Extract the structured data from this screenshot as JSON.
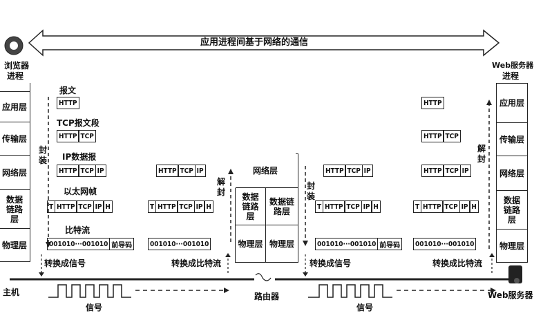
{
  "banner": "应用进程间基于网络的通信",
  "left": {
    "title_line1": "浏览器",
    "title_line2": "进程",
    "layers": [
      "应用层",
      "传输层",
      "网络层",
      "数据链路层",
      "物理层"
    ],
    "side_text": "封装"
  },
  "right": {
    "title_line1": "Web服务器",
    "title_line2": "进程",
    "layers": [
      "应用层",
      "传输层",
      "网络层",
      "数据链路层",
      "物理层"
    ],
    "side_text": "解封"
  },
  "router": {
    "network": "网络层",
    "link_a": "数据链路层",
    "link_b": "数据链路层",
    "phys_a": "物理层",
    "phys_b": "物理层",
    "label": "路由器"
  },
  "labels": {
    "message": "报文",
    "tcp_segment": "TCP报文段",
    "ip_datagram": "IP数据报",
    "ethernet_frame": "以太网帧",
    "bitstream": "比特流",
    "to_signal_1": "转换成信号",
    "to_bits_1": "转换成比特流",
    "to_signal_2": "转换成信号",
    "to_bits_2": "转换成比特流",
    "host": "主机",
    "signal_1": "信号",
    "signal_2": "信号",
    "web_server": "Web服务器",
    "decap_1": "解封",
    "encap_2": "封装"
  },
  "cells": {
    "http": "HTTP",
    "tcp": "TCP",
    "ip": "IP",
    "h": "H",
    "t": "T"
  },
  "bits": {
    "left": "001010···001010",
    "preamble": "前导码",
    "mid1": "001010···001010",
    "mid2": "001010···001010",
    "right": "001010···001010"
  }
}
